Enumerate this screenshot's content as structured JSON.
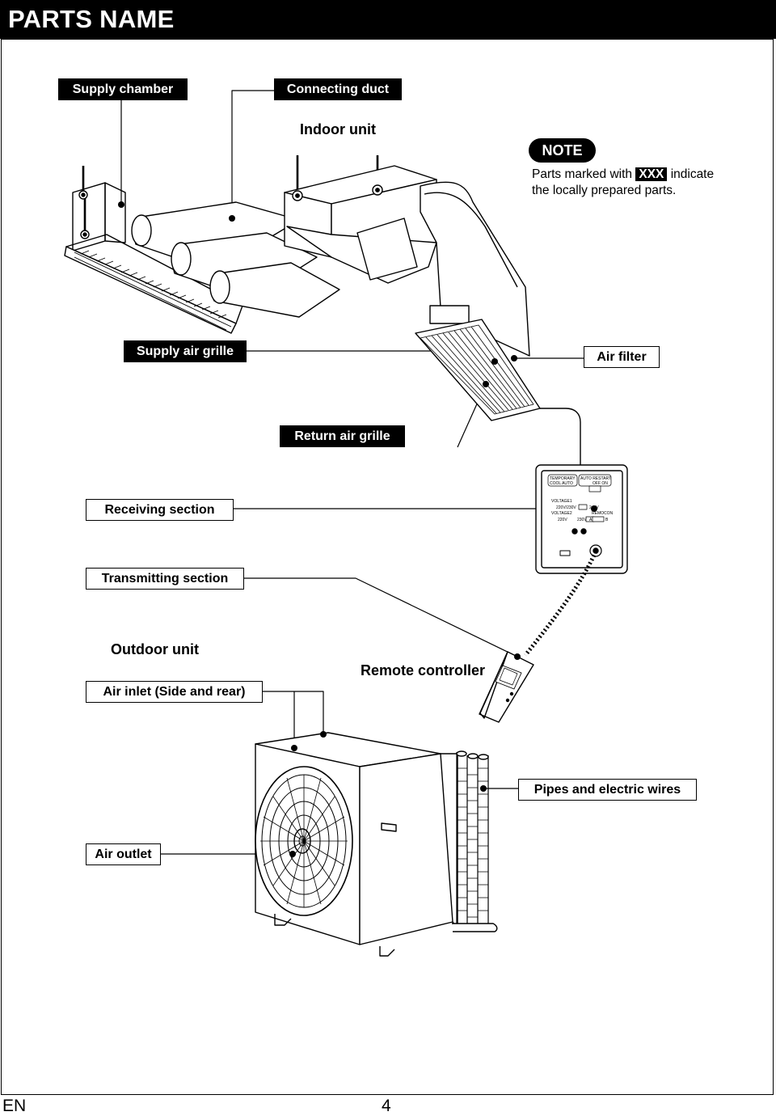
{
  "header": {
    "title": "PARTS NAME"
  },
  "labels": {
    "supply_chamber": "Supply chamber",
    "connecting_duct": "Connecting duct",
    "indoor_unit": "Indoor unit",
    "supply_air_grille": "Supply air grille",
    "air_filter": "Air filter",
    "return_air_grille": "Return air grille",
    "receiving_section": "Receiving section",
    "transmitting_section": "Transmitting section",
    "outdoor_unit": "Outdoor unit",
    "air_inlet": "Air inlet (Side and rear)",
    "remote_controller": "Remote controller",
    "pipes_and_wires": "Pipes and electric wires",
    "air_outlet": "Air outlet"
  },
  "note": {
    "badge": "NOTE",
    "line_before": "Parts marked with",
    "marker": "XXX",
    "line_after": "indicate",
    "line2": "the locally prepared parts."
  },
  "receiver_panel": {
    "temporary": "TEMPORARY",
    "cool_auto": "COOL AUTO",
    "auto_restart": "AUTO RESTART",
    "off_on": "OFF ON",
    "voltage1": "VOLTAGE1",
    "v1_left": "220V/230V",
    "v1_right": "240V",
    "voltage2": "VOLTAGE2",
    "remocon": "REMOCON",
    "v2_left": "220V",
    "v2_right": "230V",
    "remo_a": "A",
    "remo_b": "B"
  },
  "footer": {
    "language": "EN",
    "page": "4"
  }
}
